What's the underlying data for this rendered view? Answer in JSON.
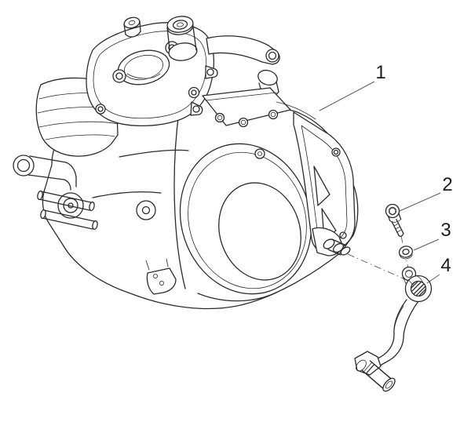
{
  "diagram": {
    "kind": "exploded-parts-line-drawing",
    "subject": "engine-with-gear-shift-lever",
    "background_color": "#ffffff",
    "line_color": "#2b2b2b",
    "leader_line_color": "#5a5a5a",
    "axis_line_color": "#6b6b6b",
    "callouts": [
      {
        "label": "1",
        "target": "engine-assembly"
      },
      {
        "label": "2",
        "target": "socket-head-bolt"
      },
      {
        "label": "3",
        "target": "washer"
      },
      {
        "label": "4",
        "target": "gear-shift-lever"
      }
    ]
  }
}
